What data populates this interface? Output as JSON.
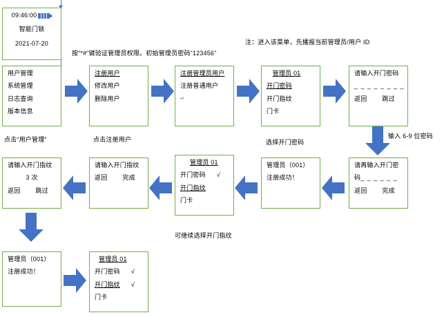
{
  "meta": {
    "title": "智能门锁管理员注册流程图"
  },
  "notes": {
    "admin_auth": "按“*#“键验证管理员权限。初始管理员密码“123456”",
    "menu_id": "注：进入该菜单，先播报当前管理员/用户 ID",
    "click_user_mgmt": "点击“用户管理”",
    "click_register_user": "点击注册用户",
    "select_open_password": "选择开门密码",
    "input_6_9_digits": "输入 6-9 位密码",
    "continue_fingerprint": "可继续选择开门指纹"
  },
  "screens": {
    "standby": {
      "name": "standby-screen",
      "time": "09:46:00",
      "title": "智能门锁",
      "date": "2021-07-20",
      "battery_icon": "battery-icon"
    },
    "main_menu": {
      "name": "main-menu-screen",
      "items": [
        {
          "label": "用户管理",
          "underline": false,
          "check": ""
        },
        {
          "label": "系统管理",
          "underline": false,
          "check": ""
        },
        {
          "label": "日志查询",
          "underline": false,
          "check": ""
        },
        {
          "label": "版本信息",
          "underline": false,
          "check": ""
        }
      ]
    },
    "user_menu": {
      "name": "user-management-screen",
      "items": [
        {
          "label": "注册用户",
          "underline": true,
          "check": ""
        },
        {
          "label": "修改用户",
          "underline": false,
          "check": ""
        },
        {
          "label": "删除用户",
          "underline": false,
          "check": ""
        }
      ]
    },
    "register_menu": {
      "name": "register-user-screen",
      "items": [
        {
          "label": "注册管理员用户",
          "underline": true,
          "check": ""
        },
        {
          "label": "注册普通用户",
          "underline": false,
          "check": ""
        }
      ],
      "pilcrow": "↵"
    },
    "admin01_menu": {
      "name": "admin-01-menu-screen",
      "header": "管理员 01",
      "items": [
        {
          "label": "开门密码",
          "underline": true,
          "check": ""
        },
        {
          "label": "开门指纹",
          "underline": false,
          "check": ""
        },
        {
          "label": "门卡",
          "underline": false,
          "check": ""
        }
      ]
    },
    "enter_password": {
      "name": "enter-door-password-screen",
      "prompt": "请输入开门密码",
      "dashes": "_ _ _ _ _ _ _ _",
      "blank": "",
      "left_button": "返回",
      "right_button": "跳过"
    },
    "confirm_password": {
      "name": "confirm-door-password-screen",
      "prompt": "请再输入开门密",
      "prompt2": "码",
      "dashes": "_ _ _ _ _ _",
      "left_button": "返回",
      "right_button": "完成"
    },
    "register_success_1": {
      "name": "register-success-screen-1",
      "line1": "管理员（001）",
      "line2": "注册成功！"
    },
    "admin01_menu_pw_checked": {
      "name": "admin-01-menu-password-checked-screen",
      "header": "管理员 01",
      "items": [
        {
          "label": "开门密码",
          "underline": false,
          "check": "√"
        },
        {
          "label": "开门指纹",
          "underline": true,
          "check": ""
        },
        {
          "label": "门卡",
          "underline": false,
          "check": ""
        }
      ]
    },
    "enter_fingerprint": {
      "name": "enter-fingerprint-screen",
      "prompt": "请输入开门指纹",
      "blank": "",
      "left_button": "返回",
      "right_button": "完成"
    },
    "enter_fingerprint_3": {
      "name": "enter-fingerprint-3-times-screen",
      "prompt": "请输入开门指纹",
      "count": "3 次",
      "left_button": "返回",
      "right_button": "跳过"
    },
    "register_success_2": {
      "name": "register-success-screen-2",
      "line1": "管理员（001）",
      "line2": "注册成功！"
    },
    "admin01_menu_both_checked": {
      "name": "admin-01-menu-both-checked-screen",
      "header": "管理员 01",
      "items": [
        {
          "label": "开门密码",
          "underline": false,
          "check": "√"
        },
        {
          "label": "开门指纹",
          "underline": true,
          "check": "√"
        },
        {
          "label": "门卡",
          "underline": false,
          "check": ""
        }
      ]
    }
  },
  "colors": {
    "box_border": "#70AD47",
    "arrow_fill": "#4472C4",
    "text": "#000000"
  }
}
